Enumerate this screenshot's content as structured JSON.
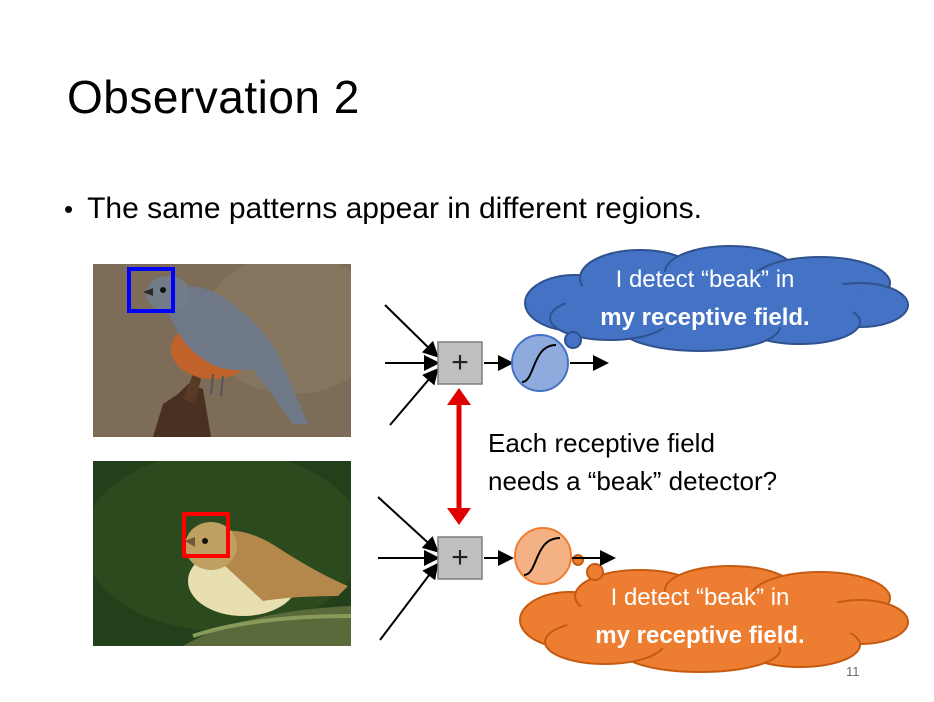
{
  "slide": {
    "title": "Observation 2",
    "bullet": "The same patterns appear in different regions.",
    "middle_line1": "Each receptive field",
    "middle_line2": "needs a “beak” detector?",
    "cloud_top_line1": "I detect “beak” in",
    "cloud_top_line2": "my receptive field.",
    "cloud_bottom_line1": "I detect “beak” in",
    "cloud_bottom_line2": "my receptive field.",
    "plus_symbol": "+",
    "page_number": "11"
  },
  "colors": {
    "cloud_blue": "#4472C4",
    "cloud_orange": "#ED7D31",
    "neuron_blue": "#8FAADC",
    "neuron_orange": "#F4B183",
    "arrow_red": "#E00000",
    "box_blue": "#0000FF",
    "box_red": "#FF0000"
  }
}
